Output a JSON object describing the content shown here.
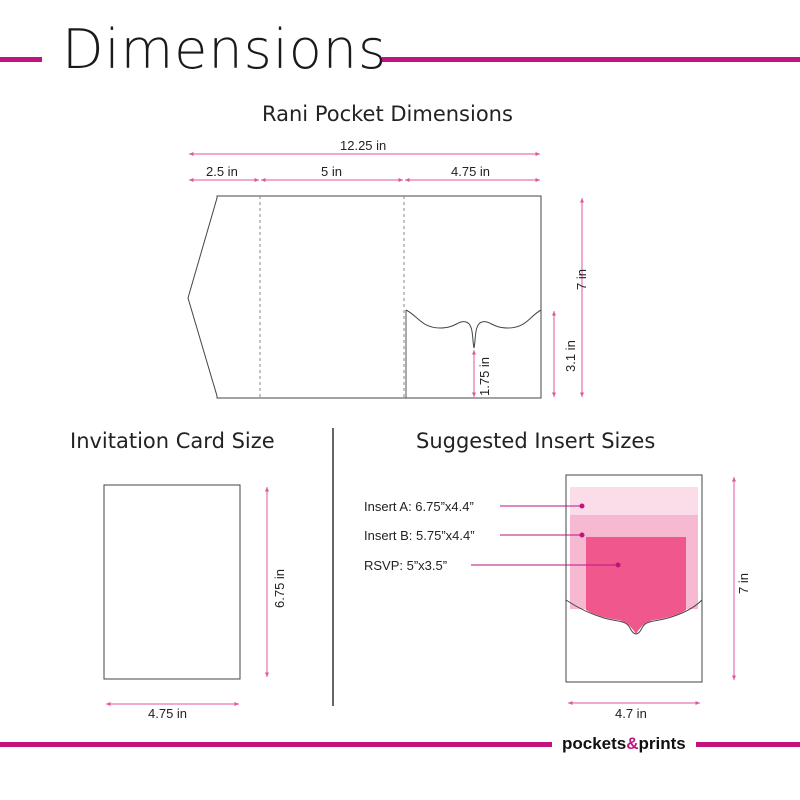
{
  "colors": {
    "accent": "#c2127d",
    "dim_line": "#e0559e",
    "insert_a": "#fbdde9",
    "insert_b": "#f7b8d1",
    "rsvp": "#f0588d",
    "outline": "#444444"
  },
  "header": {
    "title": "Dimensions"
  },
  "pocket": {
    "title": "Rani Pocket Dimensions",
    "total_width": "12.25 in",
    "panel_left": "2.5 in",
    "panel_middle": "5 in",
    "panel_right": "4.75 in",
    "height": "7 in",
    "pocket_height": "3.1 in",
    "pocket_notch_height": "1.75 in"
  },
  "invitation": {
    "title": "Invitation Card Size",
    "width": "4.75 in",
    "height": "6.75 in"
  },
  "inserts": {
    "title": "Suggested Insert Sizes",
    "insert_a": "Insert A: 6.75”x4.4”",
    "insert_b": "Insert B: 5.75”x4.4”",
    "rsvp": "RSVP: 5”x3.5”",
    "width": "4.7 in",
    "height": "7 in"
  },
  "footer": {
    "brand_part1": "pockets",
    "brand_amp": "&",
    "brand_part2": "prints"
  }
}
